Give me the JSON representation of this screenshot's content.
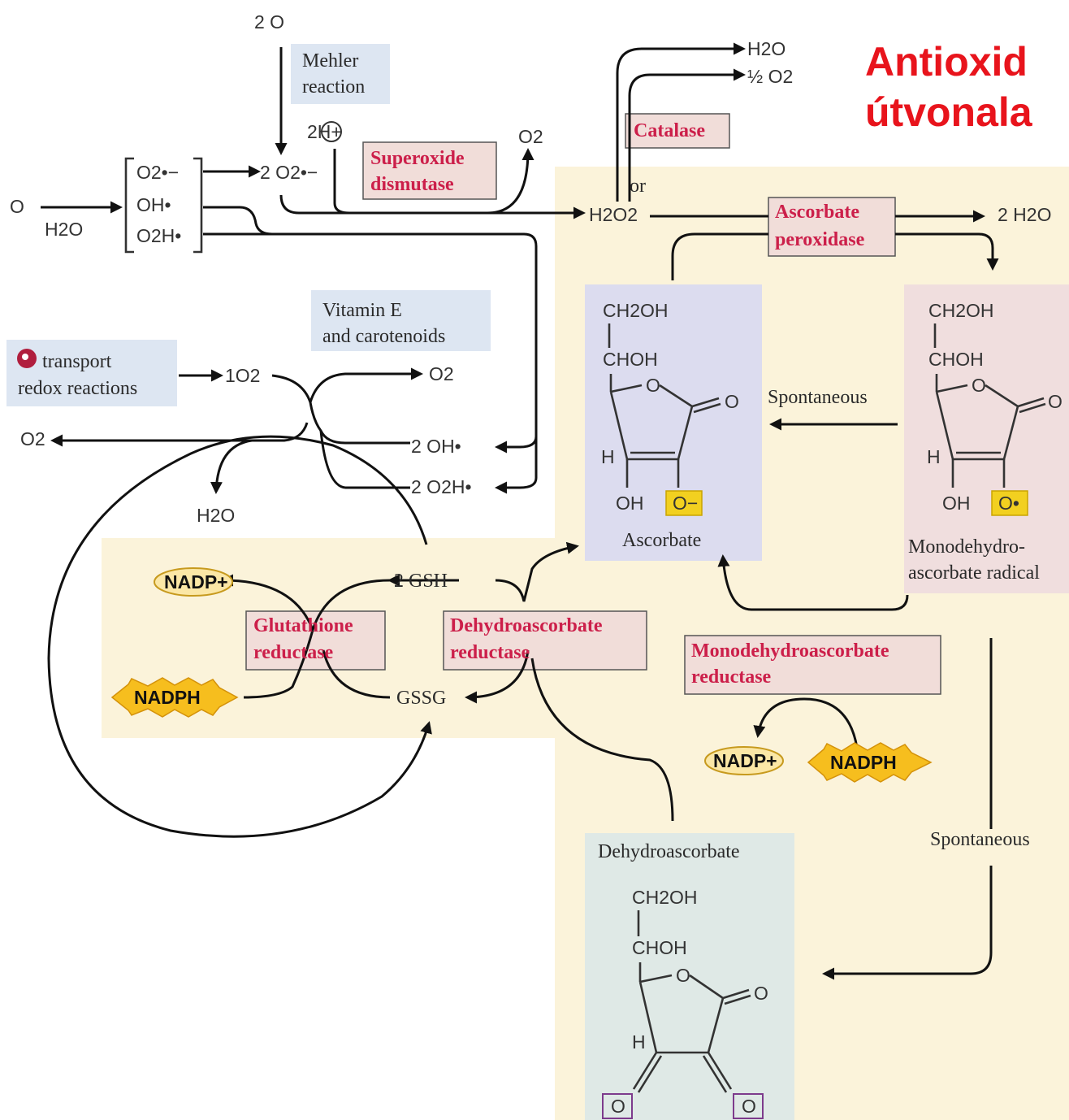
{
  "title": {
    "line1": "Antioxid",
    "line2": "útvonala"
  },
  "species": {
    "o2_top": "2 O",
    "ozone": "O",
    "h2o_left": "H2O",
    "rox_superoxide": "O2•−",
    "rox_hydroxyl": "OH•",
    "rox_perhydroxyl": "O2H•",
    "superoxide": "2 O2•−",
    "protons": "2H+",
    "o2_sod": "O2",
    "h2o2": "H2O2",
    "or": "or",
    "h2o_catalase": "H2O",
    "half_o2": "½ O2",
    "two_h2o": "2 H2O",
    "singlet_o2": "1O2",
    "o2_singlet_out": "O2",
    "o2_left": "O2",
    "two_oh": "2 OH•",
    "two_o2h": "2 O2H•",
    "h2o_cycle": "H2O",
    "gsh": "2 GSH",
    "gssg": "GSSG",
    "nadp_1": "NADP+",
    "nadph_1": "NADPH",
    "nadp_2": "NADP+",
    "nadph_2": "NADPH"
  },
  "labels": {
    "mehler_1": "Mehler",
    "mehler_2": "reaction",
    "vitamin_1": "Vitamin E",
    "vitamin_2": "and carotenoids",
    "transport_1": "transport",
    "transport_2": "redox reactions",
    "spontaneous_1": "Spontaneous",
    "spontaneous_2": "Spontaneous"
  },
  "enzymes": {
    "sod_1": "Superoxide",
    "sod_2": "dismutase",
    "catalase": "Catalase",
    "apx_1": "Ascorbate",
    "apx_2": "peroxidase",
    "gr_1": "Glutathione",
    "gr_2": "reductase",
    "dhar_1": "Dehydroascorbate",
    "dhar_2": "reductase",
    "mdhar_1": "Monodehydroascorbate",
    "mdhar_2": "reductase"
  },
  "molecules": {
    "ascorbate": {
      "name": "Ascorbate",
      "ch2oh": "CH2OH",
      "choh": "CHOH",
      "h": "H",
      "oh": "OH",
      "o_ring": "O",
      "o_keto": "O",
      "o_minus": "O−"
    },
    "mda": {
      "name_1": "Monodehydro-",
      "name_2": "ascorbate radical",
      "ch2oh": "CH2OH",
      "choh": "CHOH",
      "h": "H",
      "oh": "OH",
      "o_ring": "O",
      "o_keto": "O",
      "o_radical": "O•"
    },
    "dha": {
      "name": "Dehydroascorbate",
      "ch2oh": "CH2OH",
      "choh": "CHOH",
      "h": "H",
      "o_ring": "O",
      "o_keto": "O",
      "o_box_1": "O",
      "o_box_2": "O"
    }
  },
  "colors": {
    "title": "#e8141c",
    "enzyme_text": "#cc1f4a",
    "enzyme_box": "#f1ddd9",
    "label_box": "#dde6f2",
    "yellow_region": "#fbf3da",
    "ascorbate_box": "#dcdcef",
    "mda_box": "#f0dede",
    "dha_box": "#dfe9e6",
    "nadph_star": "#f6be1e",
    "nadp_oval": "#fbe7a6"
  }
}
